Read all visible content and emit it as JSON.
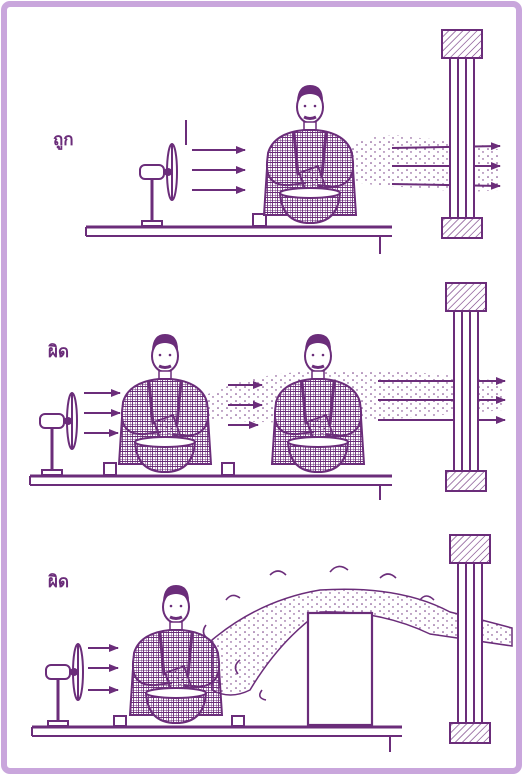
{
  "colors": {
    "ink": "#6b2d7a",
    "border": "#c9a6dc",
    "background": "#ffffff"
  },
  "panels": [
    {
      "label": "ถูก",
      "icon": "correct-setup"
    },
    {
      "label": "ผิด",
      "icon": "wrong-two-workers"
    },
    {
      "label": "ผิด",
      "icon": "wrong-obstacle"
    }
  ]
}
